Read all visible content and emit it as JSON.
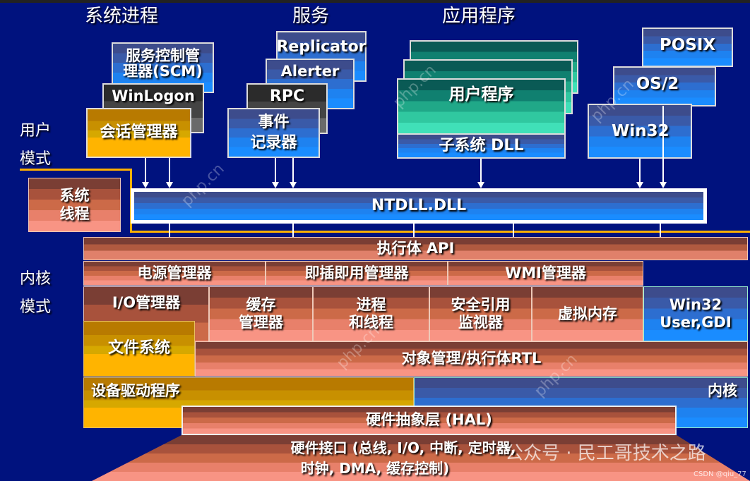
{
  "headers": {
    "system_processes": "系统进程",
    "services": "服务",
    "applications": "应用程序"
  },
  "mode_labels": {
    "user_mode": [
      "用户",
      "模式"
    ],
    "kernel_mode": [
      "内核",
      "模式"
    ]
  },
  "system_processes": {
    "scm": [
      "服务控制管",
      "理器(SCM)"
    ],
    "winlogon": "WinLogon",
    "session_manager": "会话管理器"
  },
  "services": {
    "replicator": "Replicator",
    "alerter": "Alerter",
    "rpc": "RPC",
    "event_logger": [
      "事件",
      "记录器"
    ]
  },
  "applications": {
    "user_program": "用户程序",
    "subsystem_dll": "子系统 DLL"
  },
  "subsystems": {
    "posix": "POSIX",
    "os2": "OS/2",
    "win32": "Win32"
  },
  "system_threads": [
    "系统",
    "线程"
  ],
  "ntdll": "NTDLL.DLL",
  "executive": {
    "api": "执行体 API",
    "power_manager": "电源管理器",
    "pnp_manager": "即插即用管理器",
    "wmi_manager": "WMI管理器",
    "io_manager": "I/O管理器",
    "file_system": "文件系统",
    "cache_manager": [
      "缓存",
      "管理器"
    ],
    "process_thread": [
      "进程",
      "和线程"
    ],
    "security_monitor": [
      "安全引用",
      "监视器"
    ],
    "virtual_memory": "虚拟内存",
    "win32_user_gdi": [
      "Win32",
      "User,GDI"
    ],
    "object_manager": "对象管理/执行体RTL"
  },
  "device_drivers": "设备驱动程序",
  "kernel": "内核",
  "hal": "硬件抽象层 (HAL)",
  "hardware_interface": [
    "硬件接口 (总线, I/O, 中断, 定时器,",
    "时钟, DMA, 缓存控制)"
  ],
  "watermarks": {
    "wechat": "公众号 · 民工哥技术之路",
    "csdn": "CSDN @qiu_77",
    "site": "php.cn"
  },
  "colors": {
    "background": "#00127e",
    "mode_line": "#ffb000",
    "blue": "#1a8cff",
    "gold": "#ffb400",
    "teal": "#30c8a0",
    "salmon": "#f89484"
  }
}
